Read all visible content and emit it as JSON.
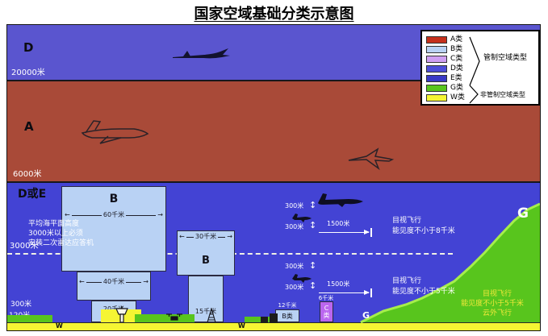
{
  "title": "国家空域基础分类示意图",
  "colors": {
    "d_band": "#5a55cf",
    "a_band": "#a94a38",
    "de_band": "#4343d4",
    "b_tower": "#b9d2f4",
    "c_tower": "#bb66ef",
    "g_green": "#58c51d",
    "w_yellow": "#f5f533"
  },
  "bands": {
    "d_label": "D",
    "a_label": "A",
    "de_label": "D或E",
    "alt_20000": "20000米",
    "alt_6000": "6000米",
    "alt_3000": "3000米",
    "alt_300": "300米",
    "alt_120": "120米"
  },
  "transponder_note": {
    "line1": "平均海平面高度",
    "line2": "3000米以上必须",
    "line3": "安装二次雷达应答机"
  },
  "towers": {
    "large_label": "B",
    "large_step1": "60千米",
    "large_step2": "40千米",
    "large_step3": "20千米",
    "medium_label": "B",
    "medium_step1": "30千米",
    "medium_step2": "15千米",
    "small_label": "B类",
    "small_width": "12千米",
    "c_line1": "C",
    "c_line2": "类",
    "c_width": "6千米"
  },
  "vfr_upper": {
    "sep_top": "300米",
    "sep_bottom": "300米",
    "distance": "1500米",
    "line1": "目视飞行",
    "line2": "能见度不小于8千米"
  },
  "vfr_lower": {
    "sep_top": "300米",
    "sep_bottom": "300米",
    "distance": "1500米",
    "line1": "目视飞行",
    "line2": "能见度不小于5千米"
  },
  "mountain": {
    "g_label": "G",
    "note_line1": "目视飞行",
    "note_line2": "能见度不小于5千米",
    "note_line3": "云外飞行"
  },
  "ground": {
    "w_left": "W",
    "w_right": "W",
    "g_small": "G"
  },
  "legend": {
    "controlled_label": "管制空域类型",
    "uncontrolled_label": "非管制空域类型",
    "items": [
      {
        "label": "A类",
        "color": "#c5301c"
      },
      {
        "label": "B类",
        "color": "#b9d2f4"
      },
      {
        "label": "C类",
        "color": "#cf9ff2"
      },
      {
        "label": "D类",
        "color": "#4d4dd8"
      },
      {
        "label": "E类",
        "color": "#3939c6"
      },
      {
        "label": "G类",
        "color": "#58c51d"
      },
      {
        "label": "W类",
        "color": "#f5f533"
      }
    ]
  },
  "icons": {
    "v_arrow": "↕",
    "arrow_left": "←",
    "arrow_right": "→"
  }
}
